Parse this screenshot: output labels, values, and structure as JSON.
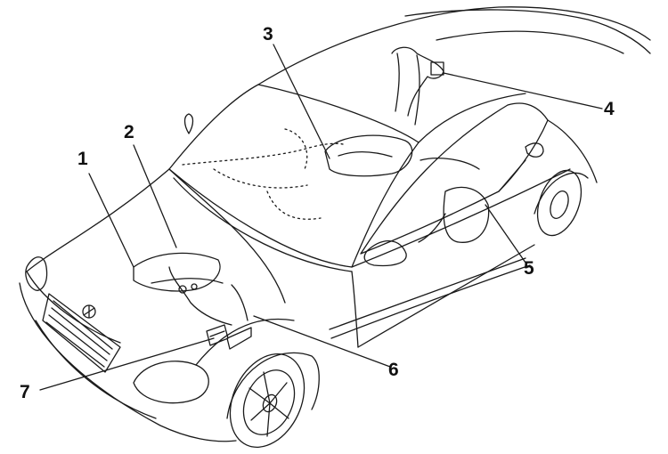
{
  "diagram": {
    "callouts": [
      "1",
      "2",
      "3",
      "4",
      "5",
      "6",
      "7"
    ],
    "line_color": "#1a1a1a"
  }
}
